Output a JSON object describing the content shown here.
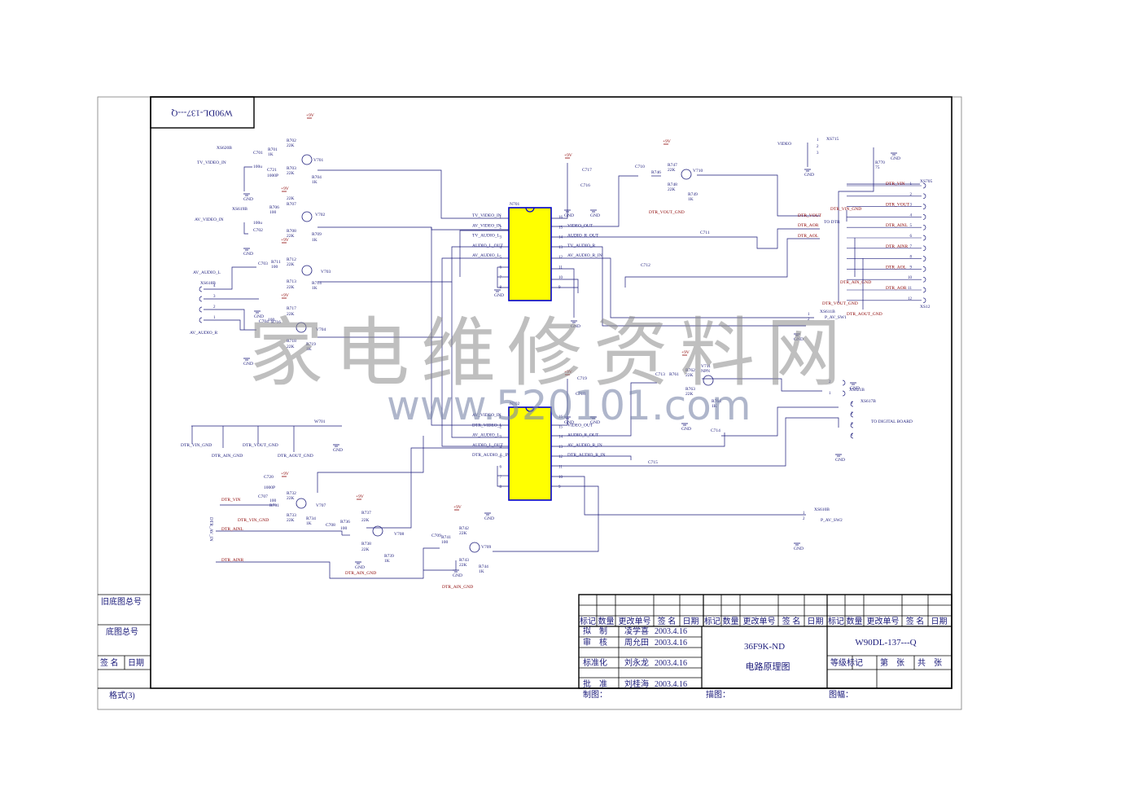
{
  "drawing": {
    "number_rotated": "W90DL-137---Q",
    "watermark_cn": "家电维修资料网",
    "watermark_url": "www.520101.com"
  },
  "ics": [
    {
      "ref": "N701",
      "left_pins": [
        {
          "num": "1",
          "name": "TV_VIDEO_IN"
        },
        {
          "num": "2",
          "name": "AV_VIDEO_IN"
        },
        {
          "num": "3",
          "name": "TV_AUDIO_L"
        },
        {
          "num": "4",
          "name": "AUDIO_L_OUT"
        },
        {
          "num": "5",
          "name": "AV_AUDIO_L"
        },
        {
          "num": "6",
          "name": ""
        },
        {
          "num": "7",
          "name": ""
        },
        {
          "num": "8",
          "name": ""
        }
      ],
      "right_pins": [
        {
          "num": "16",
          "name": ""
        },
        {
          "num": "15",
          "name": "VIDEO_OUT"
        },
        {
          "num": "14",
          "name": "AUDIO_R_OUT"
        },
        {
          "num": "13",
          "name": "TV_AUDIO_R"
        },
        {
          "num": "12",
          "name": "AV_AUDIO_R_IN"
        },
        {
          "num": "11",
          "name": ""
        },
        {
          "num": "10",
          "name": ""
        },
        {
          "num": "9",
          "name": ""
        }
      ]
    },
    {
      "ref": "N702",
      "left_pins": [
        {
          "num": "1",
          "name": "AV_VIDEO_IN"
        },
        {
          "num": "2",
          "name": "DTR_VIDEO_I"
        },
        {
          "num": "3",
          "name": "AV_AUDIO_L"
        },
        {
          "num": "4",
          "name": "AUDIO_L_OUT"
        },
        {
          "num": "5",
          "name": "DTR_AUDIO_L_IN"
        },
        {
          "num": "6",
          "name": ""
        },
        {
          "num": "7",
          "name": ""
        },
        {
          "num": "8",
          "name": ""
        }
      ],
      "right_pins": [
        {
          "num": "16",
          "name": ""
        },
        {
          "num": "15",
          "name": "VIDEO_OUT"
        },
        {
          "num": "14",
          "name": "AUDIO_R_OUT"
        },
        {
          "num": "13",
          "name": "AV_AUDIO_R_IN"
        },
        {
          "num": "12",
          "name": "DTR_AUDIO_R_IN"
        },
        {
          "num": "11",
          "name": ""
        },
        {
          "num": "10",
          "name": ""
        },
        {
          "num": "9",
          "name": ""
        }
      ]
    }
  ],
  "stages": [
    {
      "transistor": "V701",
      "top_r": [
        "R702",
        "22K"
      ],
      "mid_r": [
        "R703",
        "22K"
      ],
      "emit_r": [
        "R704",
        "1K"
      ],
      "series_r": [
        "R701",
        "1K"
      ],
      "cap": "C701",
      "cap_val": "100u",
      "cap2": "C721",
      "cap2_val": "1000P",
      "connector": "XS620B",
      "input": "TV_VIDEO_IN"
    },
    {
      "transistor": "V702",
      "top_r": [
        "R707",
        "22K"
      ],
      "mid_r": [
        "R708",
        "22K"
      ],
      "emit_r": [
        "R709",
        "1K"
      ],
      "series_r": [
        "R706",
        "100"
      ],
      "cap": "C702",
      "cap_val": "100u",
      "connector": "XS619B",
      "input": "AV_VIDEO_IN"
    },
    {
      "transistor": "V703",
      "top_r": [
        "R712",
        "22K"
      ],
      "mid_r": [
        "R713",
        "22K"
      ],
      "emit_r": [
        "R714",
        "1K"
      ],
      "series_r": [
        "R711",
        "100"
      ],
      "cap": "C703",
      "input": "AV_AUDIO_L",
      "connector": "XS618B"
    },
    {
      "transistor": "V704",
      "top_r": [
        "R717",
        "22K"
      ],
      "mid_r": [
        "R718",
        "22K"
      ],
      "emit_r": [
        "R719",
        "1K"
      ],
      "series_r": [
        "R716",
        "100"
      ],
      "cap": "C704",
      "input": "AV_AUDIO_R"
    }
  ],
  "right_top": {
    "c717": "C717",
    "c716": "C716",
    "c710": "C710",
    "r746": "R746",
    "r747": [
      "R747",
      "22K"
    ],
    "r748": [
      "R748",
      "22K"
    ],
    "r749": [
      "R749",
      "1K"
    ],
    "v710": "V710",
    "dtr_vout_gnd": "DTR_VOUT_GND",
    "video": "VIDEO",
    "xs715": "XS715",
    "r770": [
      "R770",
      "75"
    ],
    "c711": "C711",
    "c712": "C712",
    "dtr_vout": "DTR_VOUT",
    "dtr_aor": "DTR_AOR",
    "to_dtr": "TO DTR",
    "dtr_aol": "DTR_AOL",
    "xs611b": "XS611B",
    "p_av_sw1": "P_AV_SW1"
  },
  "xs705": {
    "ref": "XS705",
    "ref2": "XS12",
    "pins": [
      {
        "num": "1",
        "name": "DTR_VIN"
      },
      {
        "num": "2",
        "name": ""
      },
      {
        "num": "3",
        "name": "DTR_VOUT"
      },
      {
        "num": "4",
        "name": ""
      },
      {
        "num": "5",
        "name": "DTR_AINL"
      },
      {
        "num": "6",
        "name": ""
      },
      {
        "num": "7",
        "name": "DTR_AINR"
      },
      {
        "num": "8",
        "name": ""
      },
      {
        "num": "9",
        "name": "DTR_AOL"
      },
      {
        "num": "10",
        "name": ""
      },
      {
        "num": "11",
        "name": "DTR_AOR"
      },
      {
        "num": "12",
        "name": ""
      }
    ],
    "dtr_vin_gnd": "DTR_VIN_GND",
    "dtr_ain_gnd": "DTR_AIN_GND",
    "dtr_vout_gnd": "DTR_VOUT_GND",
    "dtr_aout_gnd": "DTR_AOUT_GND"
  },
  "mid_right": {
    "c719": "C719",
    "c718": "C718",
    "c713": "C713",
    "r761": "R761",
    "r762": [
      "R762",
      "22K"
    ],
    "r763": [
      "R763",
      "22K"
    ],
    "r764": [
      "R764",
      "1K"
    ],
    "v711": "V711",
    "npn": "NPN",
    "c714": "C714",
    "c715": "C715",
    "xs621b": "XS621B",
    "xs617b": "XS617B",
    "to_digital": "TO DIGITAL BOARD",
    "xs610b": "XS610B",
    "p_av_sw2": "P_AV_SW2"
  },
  "bottom_left": {
    "w701": "W701",
    "gnd_labels": [
      "DTR_VIN_GND",
      "DTR_AIN_GND",
      "DTR_VOUT_GND",
      "DTR_AOUT_GND"
    ],
    "c720": [
      "C720",
      "1000P"
    ],
    "c707": [
      "C707",
      "100"
    ],
    "r731": "R731",
    "r732": [
      "R732",
      "22K"
    ],
    "r733": [
      "R733",
      "22K"
    ],
    "r734": [
      "R734",
      "1K"
    ],
    "v707": "V707",
    "dtr_vin": "DTR_VIN",
    "dtr_vin_gnd": "DTR_VIN_GND",
    "dtr_av_in": "DTR_AV_IN",
    "dtr_ainl": "DTR_AINL",
    "dtr_ainr": "DTR_AINR",
    "c708": "C708",
    "r736": [
      "R736",
      "100"
    ],
    "r737": [
      "R737",
      "22K"
    ],
    "r738": [
      "R738",
      "22K"
    ],
    "r739": [
      "R739",
      "1K"
    ],
    "v708": "V708",
    "dtr_ain_gnd": "DTR_AIN_GND",
    "c709": "C709",
    "r741": [
      "R741",
      "100"
    ],
    "r742": [
      "R742",
      "22K"
    ],
    "r743": [
      "R743",
      "22K"
    ],
    "r744": [
      "R744",
      "1K"
    ],
    "v709": "V709",
    "dtr_ain_gnd2": "DTR_AIN_GND"
  },
  "labels_common": {
    "gnd": "GND",
    "vcc": "+9V"
  },
  "title_block": {
    "rev_headers": [
      "标记",
      "数量",
      "更改单号",
      "签 名",
      "日期"
    ],
    "roles": [
      {
        "role": "拟　制",
        "name": "凌学喜",
        "date": "2003.4.16"
      },
      {
        "role": "审　核",
        "name": "周允田",
        "date": "2003.4.16"
      },
      {
        "role": "标准化",
        "name": "刘永龙",
        "date": "2003.4.16"
      },
      {
        "role": "批　准",
        "name": "刘桂海",
        "date": "2003.4.16"
      }
    ],
    "model": "36F9K-ND",
    "doc_title": "电路原理图",
    "drawing_no": "W90DL-137---Q",
    "grade_mark": "等级标记",
    "sheet_no": "第　张",
    "sheet_total": "共　张",
    "zhitu": "制图：",
    "miaotu": "描图：",
    "tufu": "图幅："
  },
  "left_strip": {
    "old_base_no": "旧底图总号",
    "base_no": "底图总号",
    "sign": "签 名",
    "date": "日期",
    "format": "格式(3)"
  },
  "colors": {
    "wire": "#1a1a7a",
    "ic_fill": "#ffff00",
    "ic_border": "#0000cc",
    "net": "#8b0000",
    "frame": "#000000"
  }
}
